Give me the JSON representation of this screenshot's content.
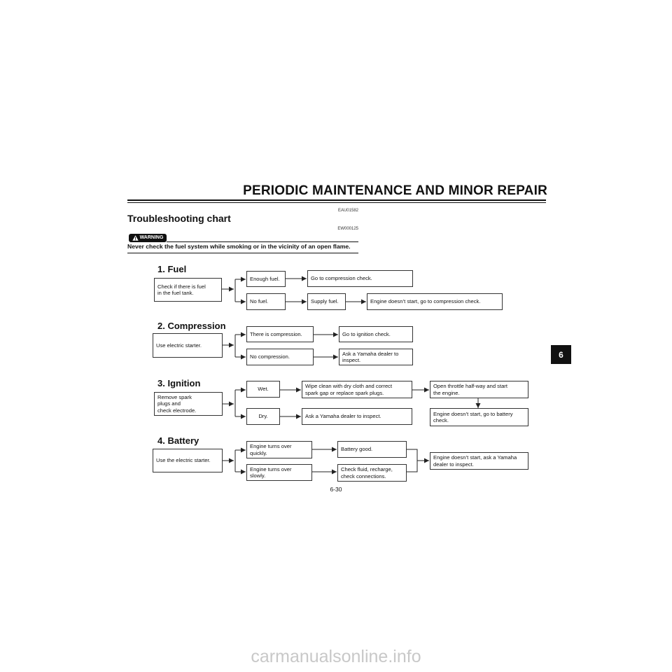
{
  "header": {
    "title": "PERIODIC MAINTENANCE AND MINOR REPAIR"
  },
  "section": {
    "code": "EAU01582",
    "title": "Troubleshooting chart"
  },
  "warning": {
    "code": "EW000125",
    "badge": "WARNING",
    "text": "Never check the fuel system while smoking or in the vicinity of an open flame."
  },
  "chart": {
    "fuel": {
      "heading": "1. Fuel",
      "start": "Check if there is fuel\nin the fuel tank.",
      "enough": "Enough fuel.",
      "goto_compression": "Go to compression check.",
      "no_fuel": "No fuel.",
      "supply": "Supply fuel.",
      "still_fails": "Engine doesn’t start, go to compression check."
    },
    "compression": {
      "heading": "2. Compression",
      "start": "Use electric starter.",
      "yes": "There is compression.",
      "goto_ignition": "Go to ignition check.",
      "no": "No compression.",
      "dealer": "Ask a Yamaha dealer to\ninspect."
    },
    "ignition": {
      "heading": "3. Ignition",
      "start": "Remove spark\nplugs and\ncheck electrode.",
      "wet": "Wet.",
      "wet_action": "Wipe clean with dry cloth and correct\nspark gap or replace spark plugs.",
      "throttle": "Open throttle half-way and start\nthe engine.",
      "still_fails": "Engine doesn’t start, go to battery\ncheck.",
      "dry": "Dry.",
      "dry_action": "Ask a Yamaha dealer to inspect."
    },
    "battery": {
      "heading": "4. Battery",
      "start": "Use the electric starter.",
      "quick": "Engine turns over\nquickly.",
      "good": "Battery good.",
      "slow": "Engine turns over\nslowly.",
      "check": "Check fluid, recharge,\ncheck connections.",
      "dealer": "Engine doesn’t start, ask a Yamaha\ndealer to inspect."
    }
  },
  "side_tab": "6",
  "page_number": "6-30",
  "watermark": "carmanualsonline.info"
}
